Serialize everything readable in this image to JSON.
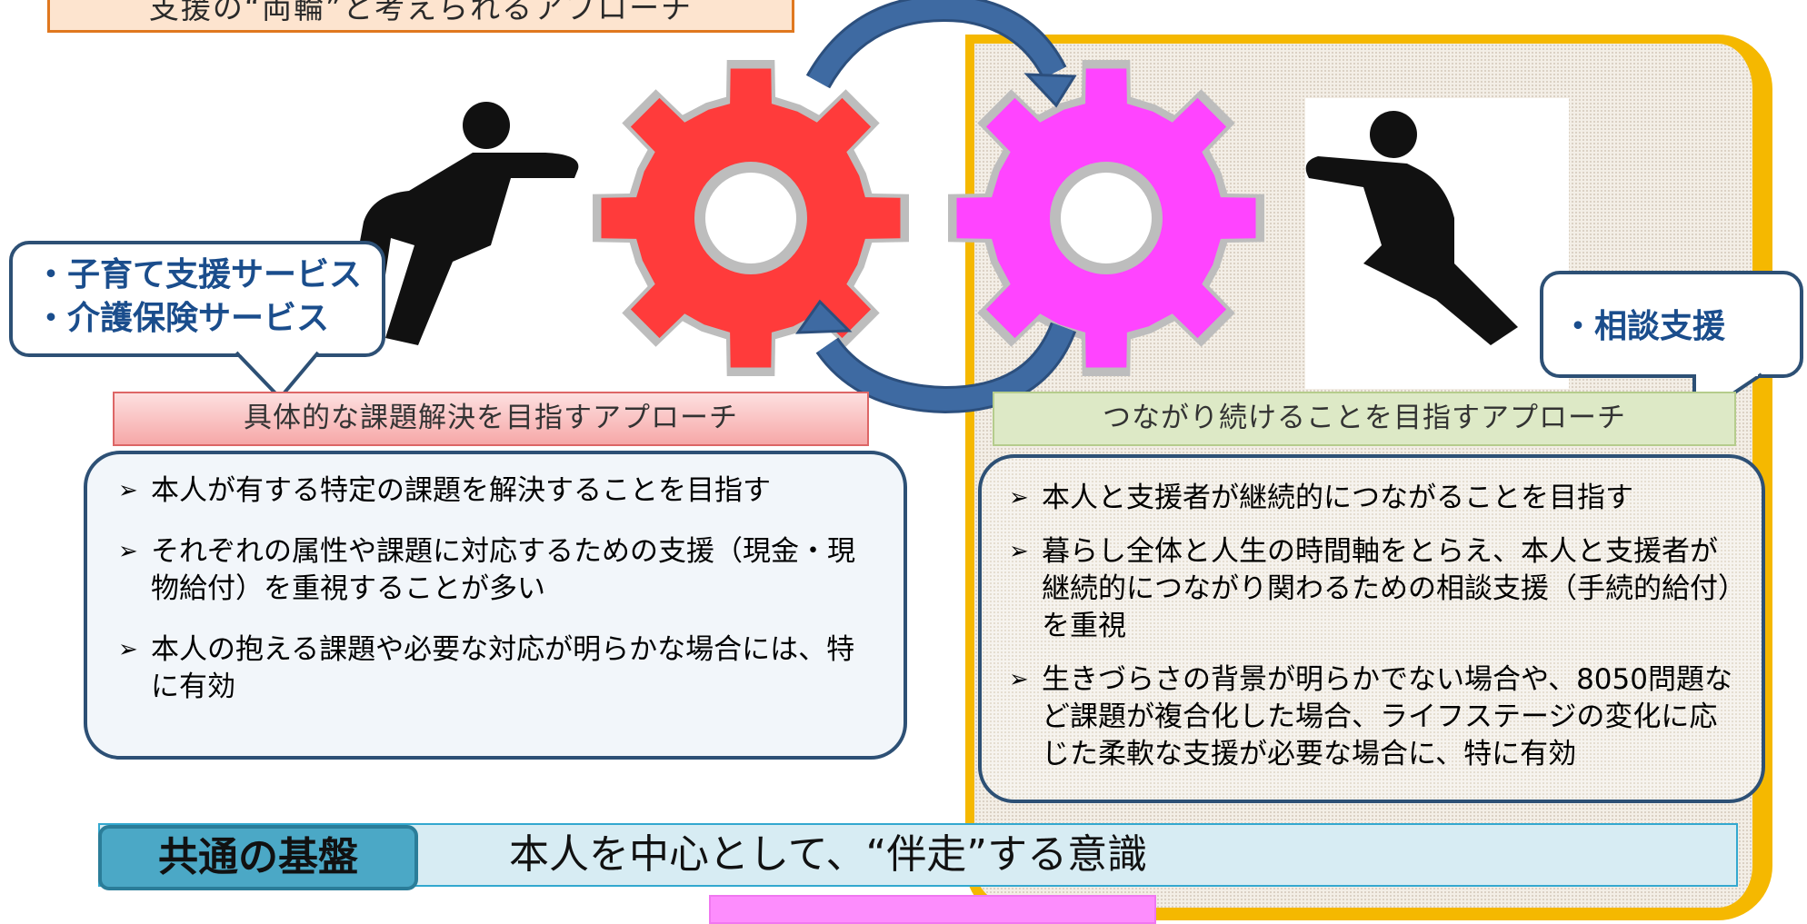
{
  "title": "支援の“両輪”と考えられるアプローチ",
  "left_bubble": {
    "lines": [
      "・子育て支援サービス",
      "・介護保険サービス"
    ]
  },
  "right_bubble": {
    "lines": [
      "・相談支援"
    ]
  },
  "left_approach": {
    "heading": "具体的な課題解決を目指すアプローチ",
    "items": [
      "本人が有する特定の課題を解決することを目指す",
      "それぞれの属性や課題に対応するための支援（現金・現物給付）を重視することが多い",
      "本人の抱える課題や必要な対応が明らかな場合には、特に有効"
    ]
  },
  "right_approach": {
    "heading": "つながり続けることを目指すアプローチ",
    "items": [
      "本人と支援者が継続的につながることを目指す",
      "暮らし全体と人生の時間軸をとらえ、本人と支援者が継続的につながり関わるための相談支援（手続的給付）を重視",
      "生きづらさの背景が明らかでない場合や、8050問題など課題が複合化した場合、ライフステージの変化に応じた柔軟な支援が必要な場合に、特に有効"
    ]
  },
  "base": {
    "label": "共通の基盤",
    "text": "本人を中心として、“伴走”する意識"
  },
  "bullet_mark": "➢",
  "colors": {
    "gear_left": "#ff3b3b",
    "gear_right": "#ff44ff",
    "gear_rim": "#bdbdbd",
    "arrow": "#3e6aa2",
    "frame": "#f5b800"
  },
  "icons": [
    "person-pushing-left-icon",
    "person-pushing-right-icon",
    "gear-left-icon",
    "gear-right-icon",
    "cycle-arrow-top-icon",
    "cycle-arrow-bottom-icon"
  ]
}
